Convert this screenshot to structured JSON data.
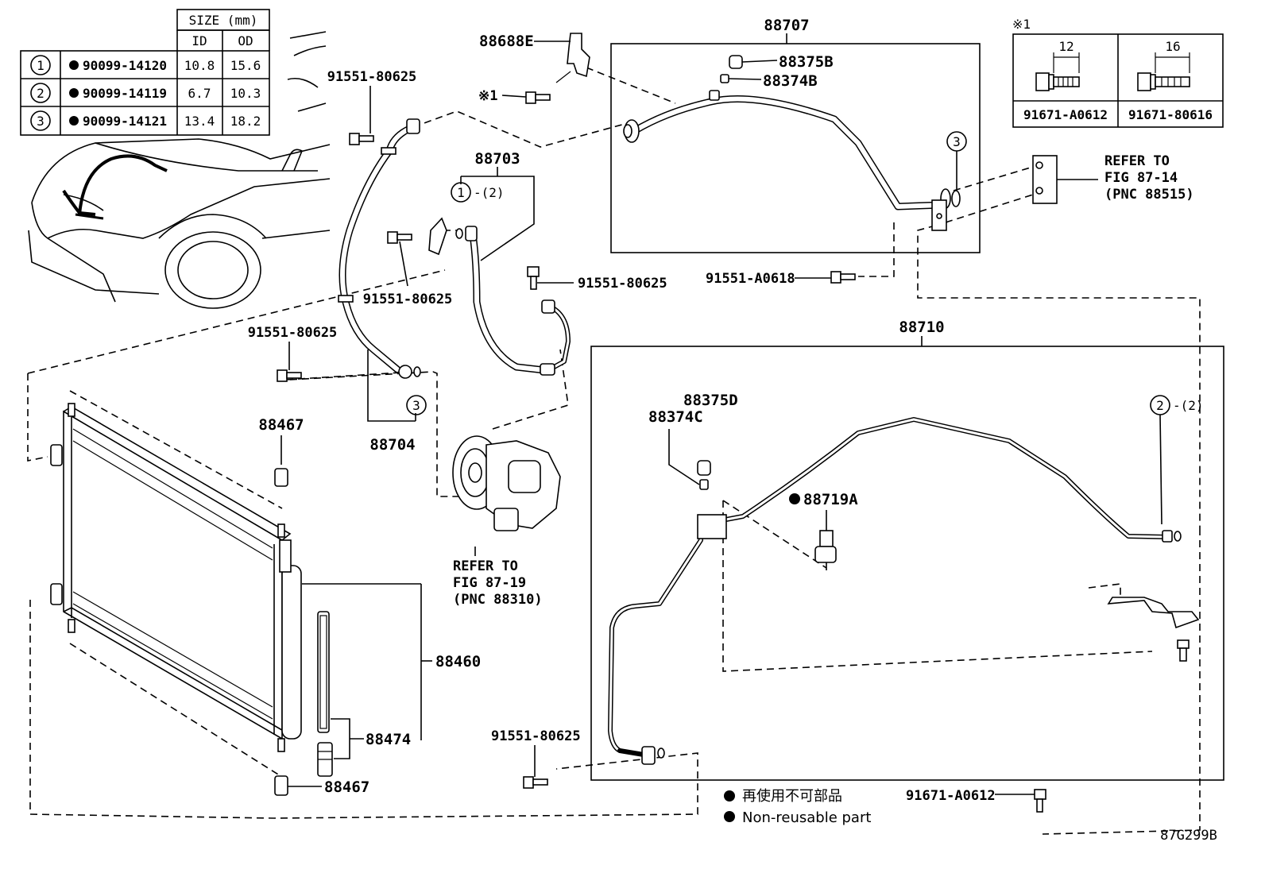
{
  "size_table": {
    "header_size": "SIZE (mm)",
    "header_id": "ID",
    "header_od": "OD",
    "rows": [
      {
        "index": "1",
        "part_no": "90099-14120",
        "id": "10.8",
        "od": "15.6"
      },
      {
        "index": "2",
        "part_no": "90099-14119",
        "id": "6.7",
        "od": "10.3"
      },
      {
        "index": "3",
        "part_no": "90099-14121",
        "id": "13.4",
        "od": "18.2"
      }
    ]
  },
  "bolt_table": {
    "note_mark": "※1",
    "dim_left": "12",
    "dim_right": "16",
    "part_left": "91671-A0612",
    "part_right": "91671-80616"
  },
  "labels": {
    "p88707": "88707",
    "p88688E": "88688E",
    "note1": "※1",
    "p88375B": "88375B",
    "p88374B": "88374B",
    "b91551_80625_top": "91551-80625",
    "p88703": "88703",
    "mark_1_2": "-(2)",
    "b91551_80625_mid": "91551-80625",
    "b91551_80625_right": "91551-80625",
    "b91551_A0618": "91551-A0618",
    "refer_expansion_1": "REFER TO",
    "refer_expansion_2": "FIG 87-14",
    "refer_expansion_3": "(PNC 88515)",
    "b91551_80625_left": "91551-80625",
    "p88710": "88710",
    "p88467_top": "88467",
    "p88704": "88704",
    "p88375D": "88375D",
    "p88374C": "88374C",
    "p88719A": "88719A",
    "mark_2_2": "-(2)",
    "refer_comp_1": "REFER TO",
    "refer_comp_2": "FIG 87-19",
    "refer_comp_3": "(PNC 88310)",
    "p88460": "88460",
    "p88474": "88474",
    "p88467_bot": "88467",
    "b91551_80625_bottom": "91551-80625",
    "b91671_A0612": "91671-A0612",
    "illustration_id": "87G299B"
  },
  "circle_marks": {
    "c1": "1",
    "c2": "2",
    "c3a": "3",
    "c3b": "3"
  },
  "legend": {
    "line1": "再使用不可部品",
    "line2": "Non-reusable part"
  }
}
